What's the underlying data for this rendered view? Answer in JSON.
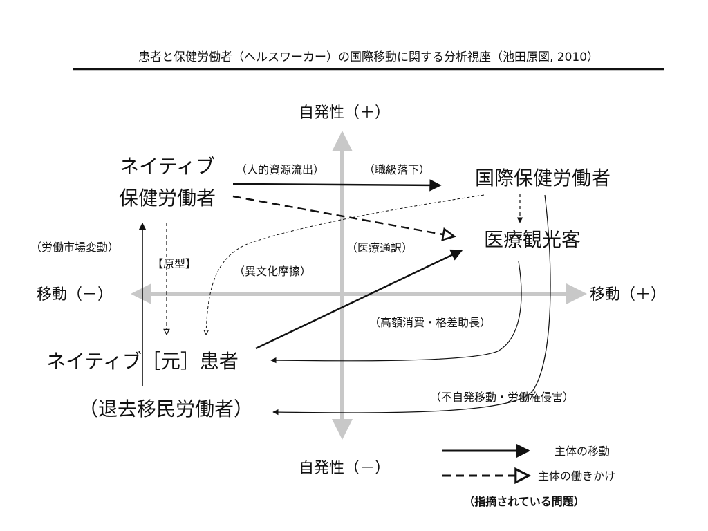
{
  "title": "患者と保健労働者（ヘルスワーカー）の国際移動に関する分析視座（池田原図, 2010）",
  "axes": {
    "y_positive": "自発性（＋）",
    "y_negative": "自発性（－）",
    "x_negative": "移動（－）",
    "x_positive": "移動（＋）"
  },
  "nodes": {
    "native_health_worker_line1": "ネイティブ",
    "native_health_worker_line2": "保健労働者",
    "international_health_worker": "国際保健労働者",
    "medical_tourist": "医療観光客",
    "native_patient": "ネイティブ［元］患者",
    "retired_migrant_worker": "（退去移民労働者）"
  },
  "annotations": {
    "human_resource_outflow": "（人的資源流出）",
    "job_demotion": "（職級落下）",
    "labor_market_change": "（労働市場変動）",
    "medical_interpretation": "（医療通訳）",
    "prototype": "【原型】",
    "cultural_friction": "（異文化摩擦）",
    "high_spending": "（高額消費・格差助長）",
    "involuntary_movement": "（不自発移動・労働権侵害）"
  },
  "legend": {
    "solid_label": "主体の移動",
    "dashed_label": "主体の働きかけ",
    "note": "（指摘されている問題）"
  },
  "colors": {
    "axis": "#c8c8c8",
    "line": "#111111"
  }
}
